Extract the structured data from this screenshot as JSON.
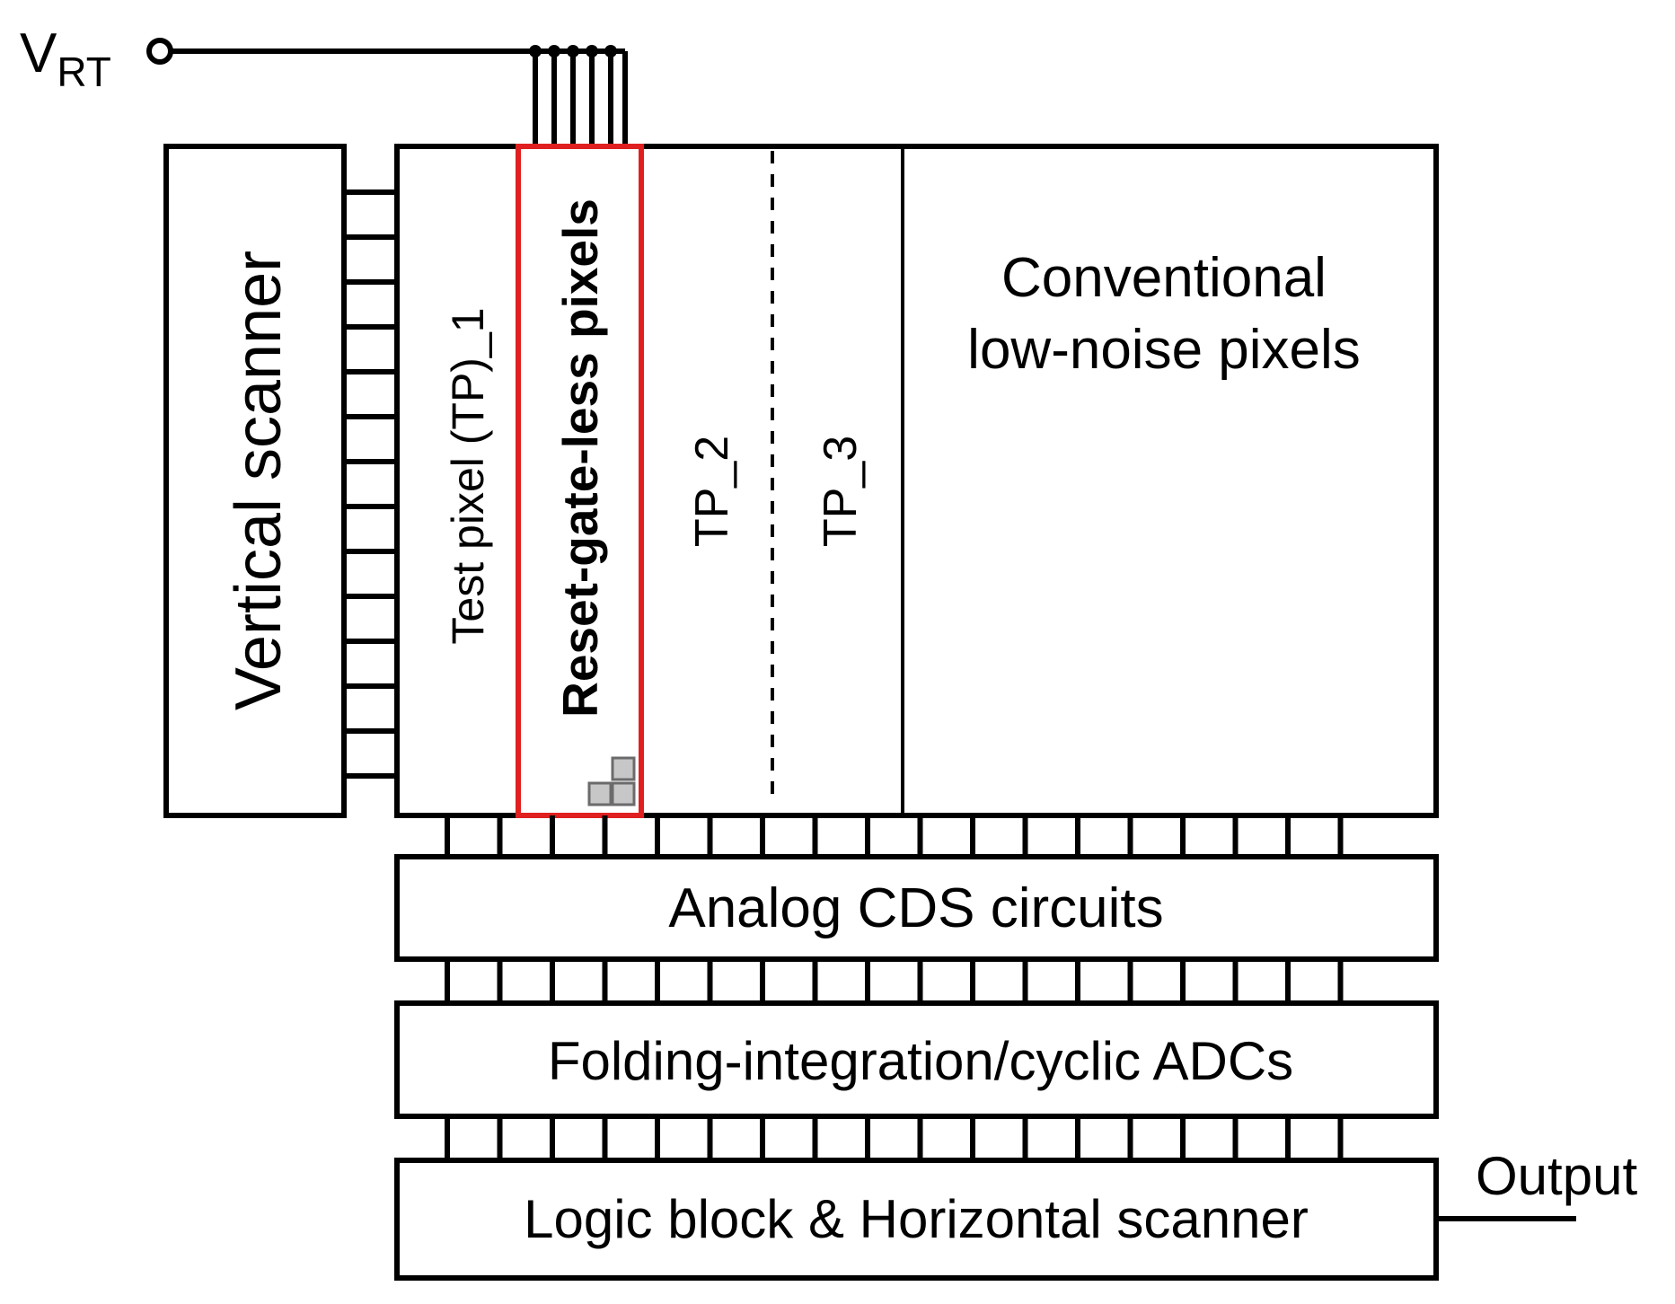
{
  "colors": {
    "line": "#000000",
    "highlight": "#e02020",
    "pixel_fill": "#c7c7c7",
    "pixel_stroke": "#6b6b6b",
    "background": "#ffffff"
  },
  "vrt": {
    "label_main": "V",
    "label_sub": "RT"
  },
  "vertical_scanner": {
    "label": "Vertical scanner"
  },
  "pixel_array": {
    "test_pixel_1": "Test pixel (TP)_1",
    "reset_gate_less": "Reset-gate-less pixels",
    "tp_2": "TP_2",
    "tp_3": "TP_3",
    "conventional_line1": "Conventional",
    "conventional_line2": "low-noise pixels"
  },
  "blocks": {
    "cds": "Analog CDS circuits",
    "adc": "Folding-integration/cyclic ADCs",
    "logic": "Logic block & Horizontal scanner"
  },
  "output": {
    "label": "Output"
  }
}
